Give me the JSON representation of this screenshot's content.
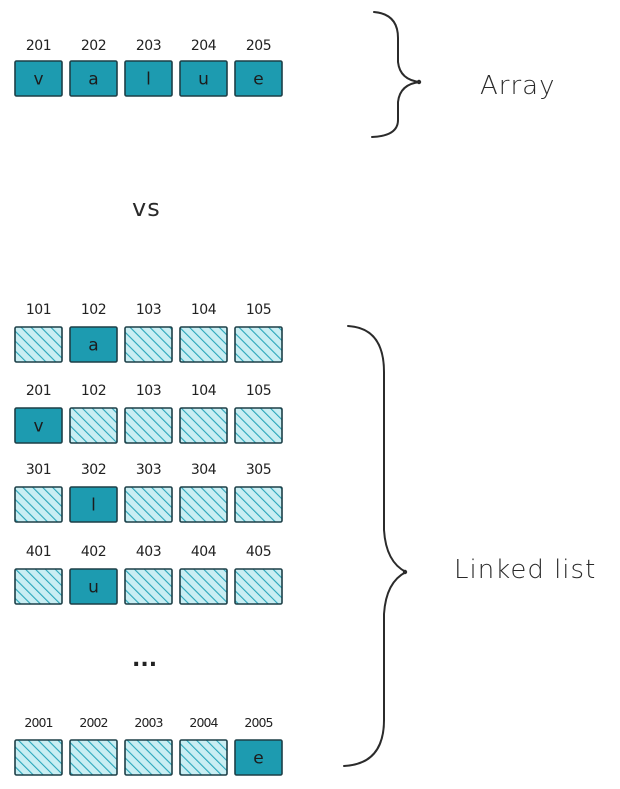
{
  "colors": {
    "filled": "#1d9bb0",
    "hatch_bg": "#c9eef3",
    "hatch_line": "#2aa6ba",
    "border": "#1d3f47"
  },
  "array": {
    "label": "Array",
    "addresses": [
      "201",
      "202",
      "203",
      "204",
      "205"
    ],
    "chars": [
      "v",
      "a",
      "l",
      "u",
      "e"
    ]
  },
  "vs_label": "vs",
  "linked_list": {
    "label": "Linked list",
    "ellipsis": "...",
    "rows": [
      {
        "addresses": [
          "101",
          "102",
          "103",
          "104",
          "105"
        ],
        "filled_index": 1,
        "char": "a"
      },
      {
        "addresses": [
          "201",
          "102",
          "103",
          "104",
          "105"
        ],
        "filled_index": 0,
        "char": "v"
      },
      {
        "addresses": [
          "301",
          "302",
          "303",
          "304",
          "305"
        ],
        "filled_index": 1,
        "char": "l"
      },
      {
        "addresses": [
          "401",
          "402",
          "403",
          "404",
          "405"
        ],
        "filled_index": 1,
        "char": "u"
      },
      {
        "addresses": [
          "2001",
          "2002",
          "2003",
          "2004",
          "2005"
        ],
        "filled_index": 4,
        "char": "e"
      }
    ]
  }
}
